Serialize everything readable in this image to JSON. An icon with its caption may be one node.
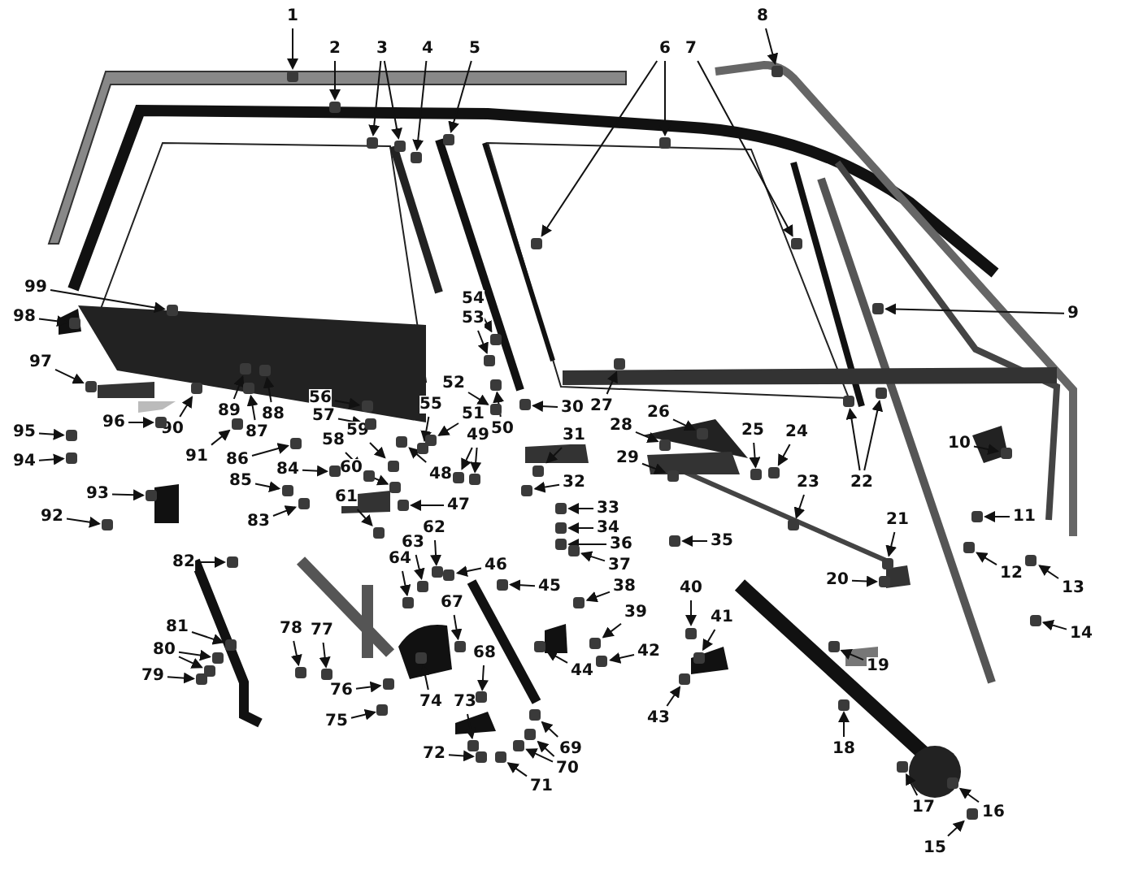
{
  "diagram": {
    "nodes": [
      {
        "text": [
          "1"
        ]
      },
      {
        "text": [
          "2"
        ]
      },
      {
        "text": [
          "3"
        ]
      },
      {
        "text": [
          "4"
        ]
      },
      {
        "text": [
          "5"
        ]
      },
      {
        "text": [
          "6"
        ]
      },
      {
        "text": [
          "7"
        ]
      },
      {
        "text": [
          "8"
        ]
      },
      {
        "text": [
          "9"
        ]
      },
      {
        "text": [
          "10"
        ]
      },
      {
        "text": [
          "11"
        ]
      },
      {
        "text": [
          "12"
        ]
      },
      {
        "text": [
          "13"
        ]
      },
      {
        "text": [
          "14"
        ]
      },
      {
        "text": [
          "15"
        ]
      },
      {
        "text": [
          "16"
        ]
      },
      {
        "text": [
          "17"
        ]
      },
      {
        "text": [
          "18"
        ]
      },
      {
        "text": [
          "19"
        ]
      },
      {
        "text": [
          "20"
        ]
      },
      {
        "text": [
          "21"
        ]
      },
      {
        "text": [
          "22"
        ]
      },
      {
        "text": [
          "23"
        ]
      },
      {
        "text": [
          "24"
        ]
      },
      {
        "text": [
          "25"
        ]
      },
      {
        "text": [
          "26"
        ]
      },
      {
        "text": [
          "27"
        ]
      },
      {
        "text": [
          "28"
        ]
      },
      {
        "text": [
          "29"
        ]
      },
      {
        "text": [
          "30"
        ]
      },
      {
        "text": [
          "31"
        ]
      },
      {
        "text": [
          "32"
        ]
      },
      {
        "text": [
          "33"
        ]
      },
      {
        "text": [
          "34"
        ]
      },
      {
        "text": [
          "35"
        ]
      },
      {
        "text": [
          "36"
        ]
      },
      {
        "text": [
          "37"
        ]
      },
      {
        "text": [
          "38"
        ]
      },
      {
        "text": [
          "39"
        ]
      },
      {
        "text": [
          "40"
        ]
      },
      {
        "text": [
          "41"
        ]
      },
      {
        "text": [
          "42"
        ]
      },
      {
        "text": [
          "43"
        ]
      },
      {
        "text": [
          "44"
        ]
      },
      {
        "text": [
          "45"
        ]
      },
      {
        "text": [
          "46"
        ]
      },
      {
        "text": [
          "47"
        ]
      },
      {
        "text": [
          "48"
        ]
      },
      {
        "text": [
          "49"
        ]
      },
      {
        "text": [
          "50"
        ]
      },
      {
        "text": [
          "51"
        ]
      },
      {
        "text": [
          "52"
        ]
      },
      {
        "text": [
          "53"
        ]
      },
      {
        "text": [
          "54"
        ]
      },
      {
        "text": [
          "55"
        ]
      },
      {
        "text": [
          "56"
        ]
      },
      {
        "text": [
          "57"
        ]
      },
      {
        "text": [
          "58"
        ]
      },
      {
        "text": [
          "59"
        ]
      },
      {
        "text": [
          "60"
        ]
      },
      {
        "text": [
          "61"
        ]
      },
      {
        "text": [
          "62"
        ]
      },
      {
        "text": [
          "63"
        ]
      },
      {
        "text": [
          "64"
        ]
      },
      {
        "text": [
          "67"
        ]
      },
      {
        "text": [
          "68"
        ]
      },
      {
        "text": [
          "69"
        ]
      },
      {
        "text": [
          "70"
        ]
      },
      {
        "text": [
          "71"
        ]
      },
      {
        "text": [
          "72"
        ]
      },
      {
        "text": [
          "73"
        ]
      },
      {
        "text": [
          "74"
        ]
      },
      {
        "text": [
          "75"
        ]
      },
      {
        "text": [
          "76"
        ]
      },
      {
        "text": [
          "77"
        ]
      },
      {
        "text": [
          "78"
        ]
      },
      {
        "text": [
          "79"
        ]
      },
      {
        "text": [
          "80"
        ]
      },
      {
        "text": [
          "81"
        ]
      },
      {
        "text": [
          "82"
        ]
      },
      {
        "text": [
          "83"
        ]
      },
      {
        "text": [
          "84"
        ]
      },
      {
        "text": [
          "85"
        ]
      },
      {
        "text": [
          "86"
        ]
      },
      {
        "text": [
          "87"
        ]
      },
      {
        "text": [
          "88"
        ]
      },
      {
        "text": [
          "89"
        ]
      },
      {
        "text": [
          "90"
        ]
      },
      {
        "text": [
          "91"
        ]
      },
      {
        "text": [
          "92"
        ]
      },
      {
        "text": [
          "93"
        ]
      },
      {
        "text": [
          "94"
        ]
      },
      {
        "text": [
          "95"
        ]
      },
      {
        "text": [
          "96"
        ]
      },
      {
        "text": [
          "97"
        ]
      },
      {
        "text": [
          "98"
        ]
      },
      {
        "text": [
          "99"
        ]
      },
      {
        "text": [],
        "shape": "box"
      },
      {
        "text": [],
        "shape": "box"
      },
      {
        "text": [],
        "shape": "box"
      },
      {
        "text": [],
        "shape": "box"
      },
      {
        "text": [],
        "shape": "box"
      },
      {
        "text": [],
        "shape": "box"
      },
      {
        "text": [],
        "shape": "box"
      },
      {
        "text": [],
        "shape": "box"
      },
      {
        "text": [],
        "shape": "box"
      },
      {
        "text": [],
        "shape": "box"
      },
      {
        "text": [],
        "shape": "box"
      },
      {
        "text": [],
        "shape": "box"
      },
      {
        "text": [],
        "shape": "box"
      },
      {
        "text": [],
        "shape": "box"
      },
      {
        "text": [],
        "shape": "box"
      },
      {
        "text": [],
        "shape": "box"
      },
      {
        "text": [],
        "shape": "box"
      },
      {
        "text": [],
        "shape": "box"
      },
      {
        "text": [],
        "shape": "box"
      },
      {
        "text": [],
        "shape": "box"
      },
      {
        "text": [],
        "shape": "box"
      },
      {
        "text": [],
        "shape": "box"
      },
      {
        "text": [],
        "shape": "box"
      },
      {
        "text": [],
        "shape": "box"
      },
      {
        "text": [],
        "shape": "box"
      },
      {
        "text": [],
        "shape": "box"
      },
      {
        "text": [],
        "shape": "box"
      },
      {
        "text": [],
        "shape": "box"
      },
      {
        "text": [],
        "shape": "box"
      },
      {
        "text": [],
        "shape": "box"
      },
      {
        "text": [],
        "shape": "box"
      },
      {
        "text": [],
        "shape": "box"
      },
      {
        "text": [],
        "shape": "box"
      },
      {
        "text": [],
        "shape": "box"
      },
      {
        "text": [],
        "shape": "box"
      },
      {
        "text": [],
        "shape": "box"
      },
      {
        "text": [],
        "shape": "box"
      },
      {
        "text": [],
        "shape": "box"
      },
      {
        "text": [],
        "shape": "box"
      },
      {
        "text": [],
        "shape": "box"
      },
      {
        "text": [],
        "shape": "box"
      },
      {
        "text": [],
        "shape": "box"
      },
      {
        "text": [],
        "shape": "box"
      },
      {
        "text": [],
        "shape": "box"
      },
      {
        "text": [],
        "shape": "box"
      },
      {
        "text": [],
        "shape": "box"
      },
      {
        "text": [],
        "shape": "box"
      },
      {
        "text": [],
        "shape": "box"
      },
      {
        "text": [],
        "shape": "box"
      },
      {
        "text": [],
        "shape": "box"
      },
      {
        "text": [],
        "shape": "box"
      },
      {
        "text": [],
        "shape": "box"
      },
      {
        "text": [],
        "shape": "box"
      },
      {
        "text": [],
        "shape": "box"
      },
      {
        "text": [],
        "shape": "box"
      },
      {
        "text": [],
        "shape": "box"
      },
      {
        "text": [],
        "shape": "box"
      },
      {
        "text": [],
        "shape": "box"
      },
      {
        "text": [],
        "shape": "box"
      },
      {
        "text": [],
        "shape": "box"
      },
      {
        "text": [],
        "shape": "box"
      },
      {
        "text": [],
        "shape": "box"
      },
      {
        "text": [],
        "shape": "box"
      },
      {
        "text": [],
        "shape": "box"
      },
      {
        "text": [],
        "shape": "box"
      },
      {
        "text": [],
        "shape": "box"
      },
      {
        "text": [],
        "shape": "box"
      },
      {
        "text": [],
        "shape": "box"
      },
      {
        "text": [],
        "shape": "box"
      },
      {
        "text": [],
        "shape": "box"
      },
      {
        "text": [],
        "shape": "box"
      },
      {
        "text": [],
        "shape": "box"
      },
      {
        "text": [],
        "shape": "box"
      },
      {
        "text": [],
        "shape": "box"
      },
      {
        "text": [],
        "shape": "box"
      },
      {
        "text": [],
        "shape": "box"
      },
      {
        "text": [],
        "shape": "box"
      },
      {
        "text": [],
        "shape": "box"
      },
      {
        "text": [],
        "shape": "box"
      },
      {
        "text": [],
        "shape": "box"
      },
      {
        "text": [],
        "shape": "box"
      },
      {
        "text": [],
        "shape": "box"
      },
      {
        "text": [],
        "shape": "box"
      },
      {
        "text": [],
        "shape": "box"
      },
      {
        "text": [],
        "shape": "box"
      },
      {
        "text": [],
        "shape": "box"
      },
      {
        "text": [],
        "shape": "box"
      },
      {
        "text": [],
        "shape": "box"
      },
      {
        "text": [],
        "shape": "box"
      },
      {
        "text": [],
        "shape": "box"
      },
      {
        "text": [],
        "shape": "box"
      },
      {
        "text": [],
        "shape": "box"
      },
      {
        "text": [],
        "shape": "box"
      },
      {
        "text": [],
        "shape": "box"
      },
      {
        "text": [],
        "shape": "box"
      },
      {
        "text": [],
        "shape": "box"
      },
      {
        "text": [],
        "shape": "box"
      },
      {
        "text": [],
        "shape": "box"
      },
      {
        "text": [],
        "shape": "box"
      },
      {
        "text": [],
        "shape": "box"
      },
      {
        "text": [],
        "shape": "box"
      },
      {
        "text": [],
        "shape": "box"
      },
      {
        "text": [],
        "shape": "box"
      }
    ],
    "edges": [
      {
        "from": 0,
        "to": 97,
        "arrow": "to"
      },
      {
        "from": 1,
        "to": 98,
        "arrow": "to"
      },
      {
        "from": 2,
        "to": 99,
        "arrow": "to"
      },
      {
        "from": 2,
        "to": 100,
        "arrow": "to"
      },
      {
        "from": 3,
        "to": 101,
        "arrow": "to"
      },
      {
        "from": 4,
        "to": 102,
        "arrow": "to"
      },
      {
        "from": 5,
        "to": 103,
        "arrow": "to"
      },
      {
        "from": 5,
        "to": 104,
        "arrow": "to"
      },
      {
        "from": 6,
        "to": 105,
        "arrow": "to"
      },
      {
        "from": 7,
        "to": 106,
        "arrow": "to"
      },
      {
        "from": 8,
        "to": 107,
        "arrow": "to"
      },
      {
        "from": 9,
        "to": 108,
        "arrow": "to"
      },
      {
        "from": 10,
        "to": 109,
        "arrow": "to"
      },
      {
        "from": 11,
        "to": 110,
        "arrow": "to"
      },
      {
        "from": 12,
        "to": 111,
        "arrow": "to"
      },
      {
        "from": 13,
        "to": 112,
        "arrow": "to"
      },
      {
        "from": 14,
        "to": 113,
        "arrow": "to"
      },
      {
        "from": 15,
        "to": 114,
        "arrow": "to"
      },
      {
        "from": 16,
        "to": 115,
        "arrow": "to"
      },
      {
        "from": 17,
        "to": 116,
        "arrow": "to"
      },
      {
        "from": 18,
        "to": 117,
        "arrow": "to"
      },
      {
        "from": 19,
        "to": 118,
        "arrow": "to"
      },
      {
        "from": 20,
        "to": 119,
        "arrow": "to"
      },
      {
        "from": 21,
        "to": 120,
        "arrow": "to"
      },
      {
        "from": 21,
        "to": 121,
        "arrow": "to"
      },
      {
        "from": 22,
        "to": 122,
        "arrow": "to"
      },
      {
        "from": 23,
        "to": 123,
        "arrow": "to"
      },
      {
        "from": 24,
        "to": 124,
        "arrow": "to"
      },
      {
        "from": 25,
        "to": 125,
        "arrow": "to"
      },
      {
        "from": 26,
        "to": 126,
        "arrow": "to"
      },
      {
        "from": 27,
        "to": 127,
        "arrow": "to"
      },
      {
        "from": 28,
        "to": 128,
        "arrow": "to"
      },
      {
        "from": 29,
        "to": 129,
        "arrow": "to"
      },
      {
        "from": 30,
        "to": 130,
        "arrow": "to"
      },
      {
        "from": 31,
        "to": 131,
        "arrow": "to"
      },
      {
        "from": 32,
        "to": 132,
        "arrow": "to"
      },
      {
        "from": 33,
        "to": 133,
        "arrow": "to"
      },
      {
        "from": 34,
        "to": 134,
        "arrow": "to"
      },
      {
        "from": 35,
        "to": 135,
        "arrow": "to"
      },
      {
        "from": 36,
        "to": 136,
        "arrow": "to"
      },
      {
        "from": 37,
        "to": 137,
        "arrow": "to"
      },
      {
        "from": 38,
        "to": 138,
        "arrow": "to"
      },
      {
        "from": 39,
        "to": 139,
        "arrow": "to"
      },
      {
        "from": 40,
        "to": 140,
        "arrow": "to"
      },
      {
        "from": 41,
        "to": 141,
        "arrow": "to"
      },
      {
        "from": 42,
        "to": 142,
        "arrow": "to"
      },
      {
        "from": 43,
        "to": 143,
        "arrow": "to"
      },
      {
        "from": 44,
        "to": 144,
        "arrow": "to"
      },
      {
        "from": 45,
        "to": 145,
        "arrow": "to"
      },
      {
        "from": 46,
        "to": 146,
        "arrow": "to"
      },
      {
        "from": 47,
        "to": 147,
        "arrow": "to"
      },
      {
        "from": 48,
        "to": 148,
        "arrow": "to"
      },
      {
        "from": 48,
        "to": 149,
        "arrow": "to"
      },
      {
        "from": 49,
        "to": 150,
        "arrow": "to"
      },
      {
        "from": 50,
        "to": 151,
        "arrow": "to"
      },
      {
        "from": 51,
        "to": 152,
        "arrow": "to"
      },
      {
        "from": 52,
        "to": 153,
        "arrow": "to"
      },
      {
        "from": 53,
        "to": 154,
        "arrow": "to"
      },
      {
        "from": 54,
        "to": 155,
        "arrow": "to"
      },
      {
        "from": 55,
        "to": 156,
        "arrow": "to"
      },
      {
        "from": 56,
        "to": 157,
        "arrow": "to"
      },
      {
        "from": 57,
        "to": 158,
        "arrow": "to"
      },
      {
        "from": 58,
        "to": 159,
        "arrow": "to"
      },
      {
        "from": 59,
        "to": 160,
        "arrow": "to"
      },
      {
        "from": 60,
        "to": 161,
        "arrow": "to"
      },
      {
        "from": 61,
        "to": 162,
        "arrow": "to"
      },
      {
        "from": 62,
        "to": 163,
        "arrow": "to"
      },
      {
        "from": 63,
        "to": 164,
        "arrow": "to"
      },
      {
        "from": 64,
        "to": 165,
        "arrow": "to"
      },
      {
        "from": 65,
        "to": 166,
        "arrow": "to"
      },
      {
        "from": 66,
        "to": 167,
        "arrow": "to"
      },
      {
        "from": 67,
        "to": 168,
        "arrow": "to"
      },
      {
        "from": 67,
        "to": 169,
        "arrow": "to"
      },
      {
        "from": 68,
        "to": 170,
        "arrow": "to"
      },
      {
        "from": 69,
        "to": 171,
        "arrow": "to"
      },
      {
        "from": 70,
        "to": 172,
        "arrow": "to"
      },
      {
        "from": 71,
        "to": 173,
        "arrow": "to"
      },
      {
        "from": 72,
        "to": 174,
        "arrow": "to"
      },
      {
        "from": 73,
        "to": 175,
        "arrow": "to"
      },
      {
        "from": 74,
        "to": 176,
        "arrow": "to"
      },
      {
        "from": 75,
        "to": 177,
        "arrow": "to"
      },
      {
        "from": 76,
        "to": 178,
        "arrow": "to"
      },
      {
        "from": 77,
        "to": 179,
        "arrow": "to"
      },
      {
        "from": 77,
        "to": 180,
        "arrow": "to"
      },
      {
        "from": 78,
        "to": 181,
        "arrow": "to"
      },
      {
        "from": 79,
        "to": 182,
        "arrow": "to"
      },
      {
        "from": 80,
        "to": 183,
        "arrow": "to"
      },
      {
        "from": 81,
        "to": 184,
        "arrow": "to"
      },
      {
        "from": 82,
        "to": 185,
        "arrow": "to"
      },
      {
        "from": 83,
        "to": 186,
        "arrow": "to"
      },
      {
        "from": 84,
        "to": 187,
        "arrow": "to"
      },
      {
        "from": 85,
        "to": 188,
        "arrow": "to"
      },
      {
        "from": 86,
        "to": 189,
        "arrow": "to"
      },
      {
        "from": 87,
        "to": 190,
        "arrow": "to"
      },
      {
        "from": 88,
        "to": 191,
        "arrow": "to"
      },
      {
        "from": 89,
        "to": 192,
        "arrow": "to"
      },
      {
        "from": 90,
        "to": 193,
        "arrow": "to"
      },
      {
        "from": 91,
        "to": 194,
        "arrow": "to"
      },
      {
        "from": 92,
        "to": 195,
        "arrow": "to"
      },
      {
        "from": 93,
        "to": 196,
        "arrow": "to"
      },
      {
        "from": 94,
        "to": 197,
        "arrow": "to"
      },
      {
        "from": 95,
        "to": 198,
        "arrow": "to"
      },
      {
        "from": 96,
        "to": 199,
        "arrow": "to"
      }
    ]
  }
}
